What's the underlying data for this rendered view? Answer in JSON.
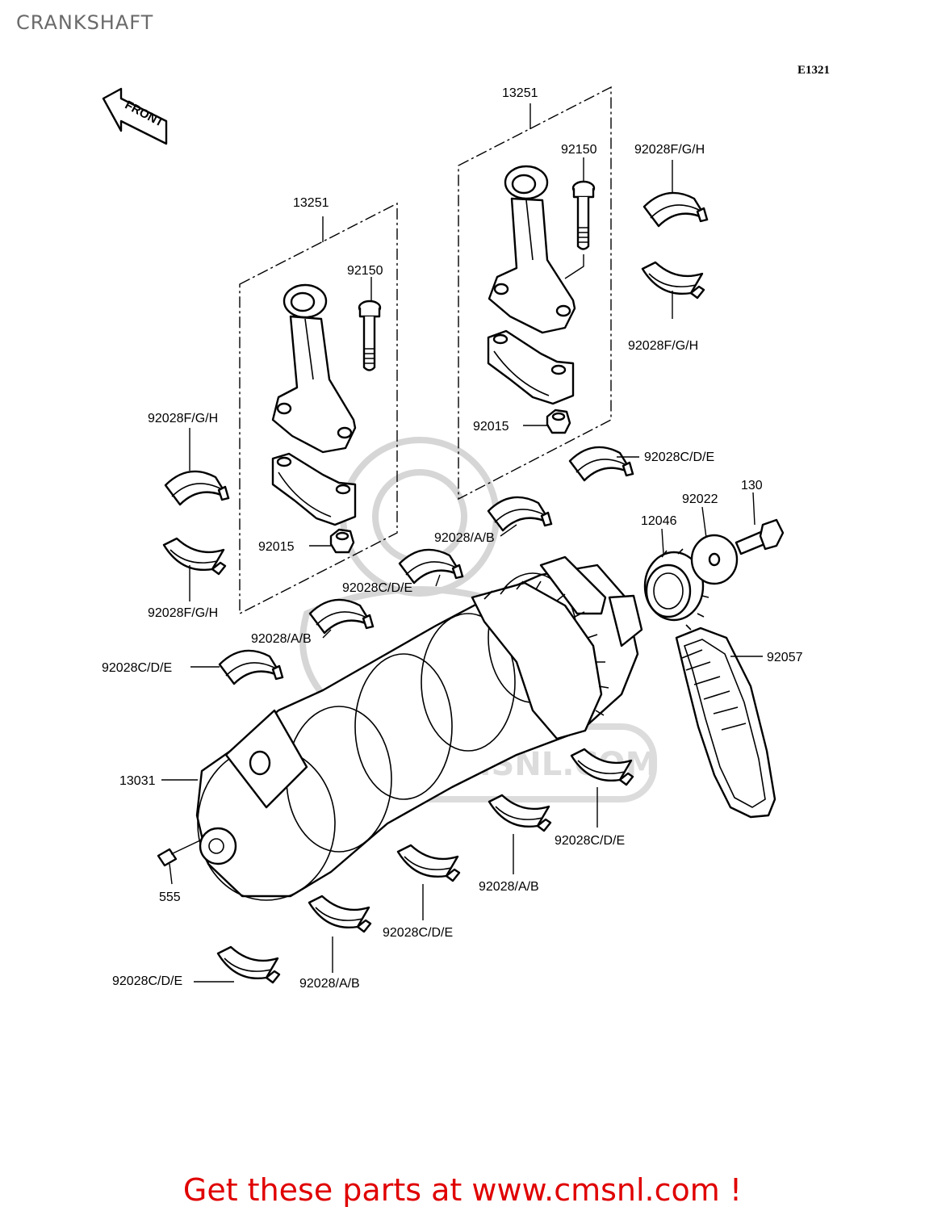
{
  "page": {
    "title": "CRANKSHAFT",
    "diagram_code": "E1321",
    "front_label": "FRONT",
    "footer": "Get these parts at www.cmsnl.com !",
    "watermark": "WWW.CMSNL.COM"
  },
  "colors": {
    "footer": "#e00000",
    "title": "#6a6a6a",
    "watermark": "#d6d6d6"
  },
  "labels": {
    "rod_assy_left": "13251",
    "rod_assy_right": "13251",
    "bolt_left": "92150",
    "bolt_right": "92150",
    "nut_left": "92015",
    "nut_right": "92015",
    "bearing_fgh_tr1": "92028F/G/H",
    "bearing_fgh_tr2": "92028F/G/H",
    "bearing_fgh_l1": "92028F/G/H",
    "bearing_fgh_l2": "92028F/G/H",
    "bearing_cde_1": "92028C/D/E",
    "bearing_ab_1": "92028/A/B",
    "bearing_cde_2": "92028C/D/E",
    "bearing_ab_2": "92028/A/B",
    "bearing_cde_3": "92028C/D/E",
    "bearing_cde_4": "92028C/D/E",
    "bearing_ab_3": "92028/A/B",
    "bearing_cde_5": "92028C/D/E",
    "bearing_ab_4": "92028/A/B",
    "bearing_cde_6": "92028C/D/E",
    "washer": "92022",
    "bolt": "130",
    "sprocket": "12046",
    "chain": "92057",
    "crankshaft": "13031",
    "pin": "555"
  }
}
